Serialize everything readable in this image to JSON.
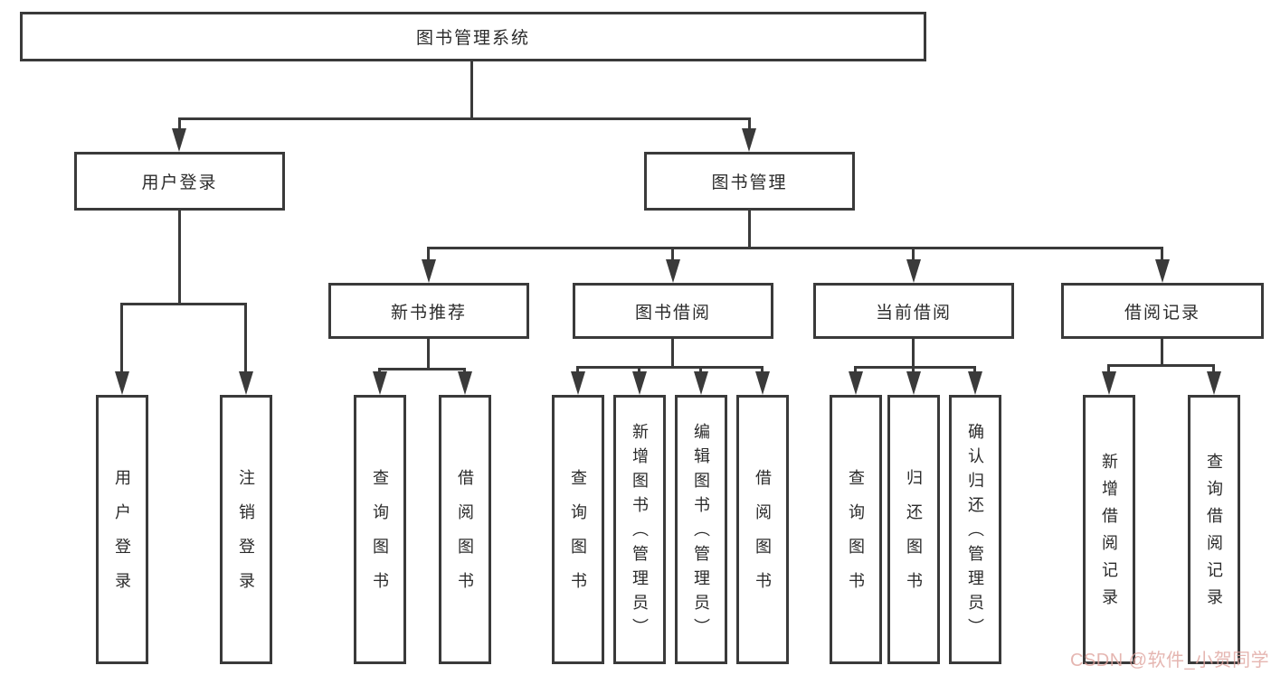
{
  "diagram": {
    "root": {
      "label": "图书管理系统"
    },
    "level1": [
      {
        "label": "用户登录"
      },
      {
        "label": "图书管理"
      }
    ],
    "level2": [
      {
        "label": "新书推荐"
      },
      {
        "label": "图书借阅"
      },
      {
        "label": "当前借阅"
      },
      {
        "label": "借阅记录"
      }
    ],
    "leaves": [
      [
        "用户登录",
        "注销登录"
      ],
      [
        "查询图书",
        "借阅图书"
      ],
      [
        "查询图书",
        "新增图书（管理员）",
        "编辑图书（管理员）",
        "借阅图书"
      ],
      [
        "查询图书",
        "归还图书",
        "确认归还（管理员）"
      ],
      [
        "新增借阅记录",
        "查询借阅记录"
      ]
    ]
  },
  "watermark": {
    "text": "CSDN @软件_小贺同学",
    "color": "#dfa49e"
  },
  "colors": {
    "line": "#3a3a3a",
    "text": "#2b2b2b",
    "background": "#ffffff"
  }
}
